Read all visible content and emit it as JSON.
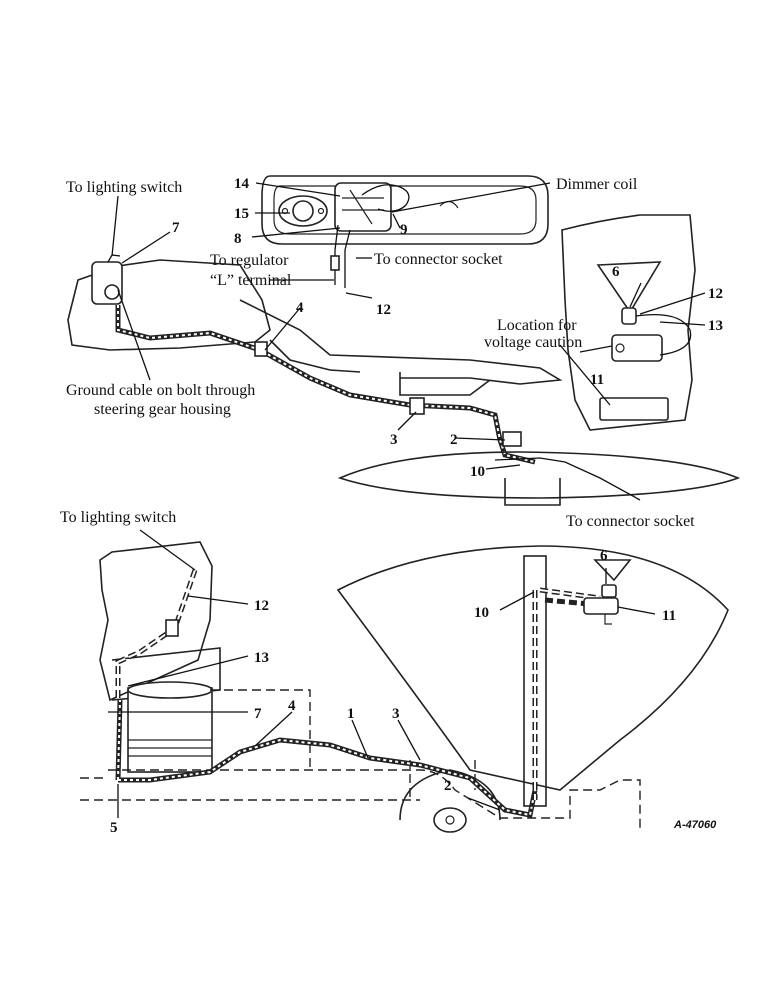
{
  "top_view": {
    "labels": {
      "to_lighting_switch": "To lighting switch",
      "dimmer_coil": "Dimmer coil",
      "to_regulator_line1": "To regulator",
      "to_regulator_line2": "“L” terminal",
      "to_connector_socket_1": "To connector socket",
      "location_line1": "Location for",
      "location_line2": "voltage caution",
      "ground_line1": "Ground cable on bolt through",
      "ground_line2": "steering gear housing",
      "to_connector_socket_2": "To connector socket"
    },
    "numbers": {
      "n14": "14",
      "n15": "15",
      "n8": "8",
      "n9": "9",
      "n7": "7",
      "n12a": "12",
      "n4": "4",
      "n6": "6",
      "n12b": "12",
      "n13": "13",
      "n11": "11",
      "n3": "3",
      "n2": "2",
      "n10": "10"
    }
  },
  "bottom_view": {
    "labels": {
      "to_lighting_switch": "To lighting switch"
    },
    "numbers": {
      "n12": "12",
      "n13": "13",
      "n7": "7",
      "n4": "4",
      "n1": "1",
      "n3": "3",
      "n2": "2",
      "n5": "5",
      "n6": "6",
      "n10": "10",
      "n11": "11"
    }
  },
  "figure_code": "A-47060"
}
